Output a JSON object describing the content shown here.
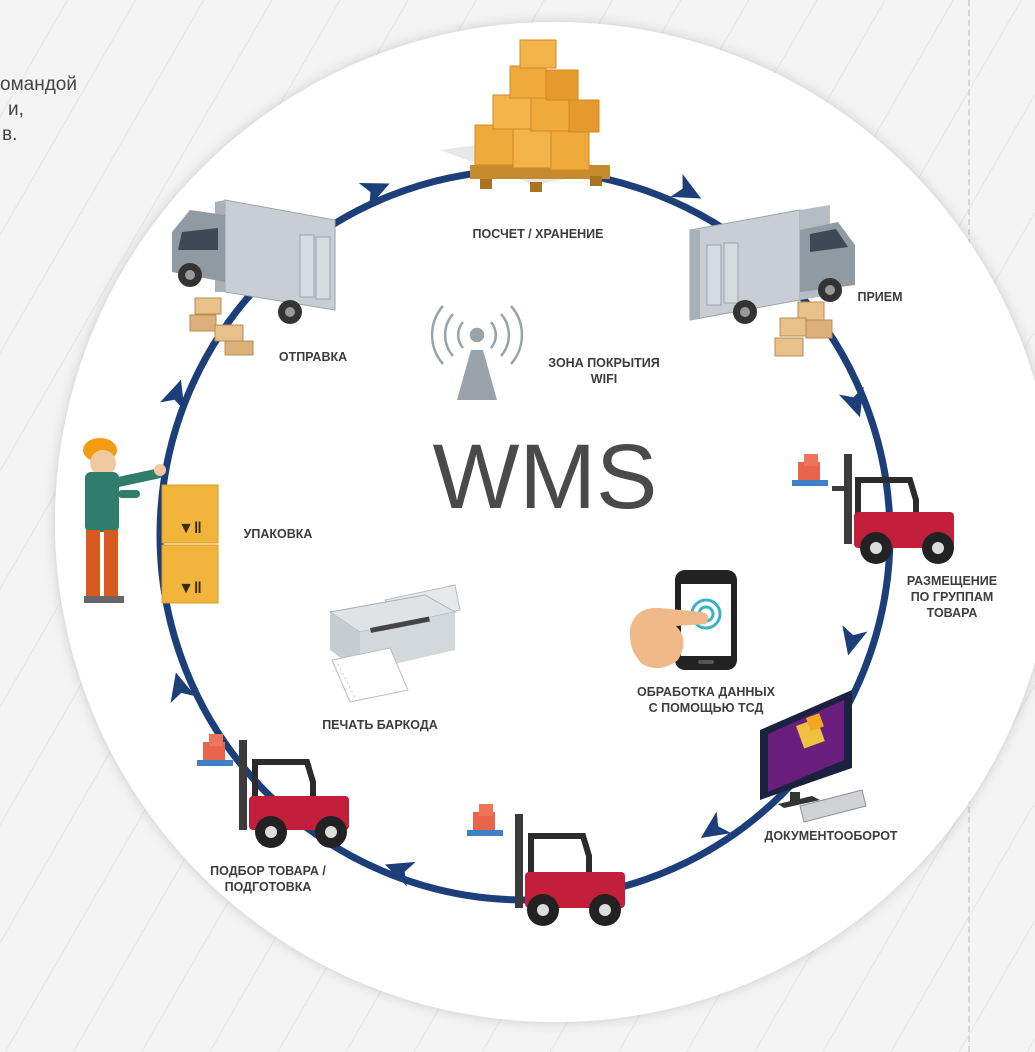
{
  "intro_text_lines": [
    "омандой",
    "и,",
    "в."
  ],
  "logo": "WMS",
  "stages": {
    "storage": "ПОСЧЕТ / ХРАНЕНИЕ",
    "receiving": "ПРИЕМ",
    "shipping": "ОТПРАВКА",
    "wifi": [
      "ЗОНА ПОКРЫТИЯ",
      "WIFI"
    ],
    "placement": [
      "РАЗМЕЩЕНИЕ",
      "ПО ГРУППАМ",
      "ТОВАРА"
    ],
    "packing": "УПАКОВКА",
    "tsd_processing": [
      "ОБРАБОТКА ДАННЫХ",
      "С ПОМОЩЬЮ ТСД"
    ],
    "barcode_print": "ПЕЧАТЬ БАРКОДА",
    "document_flow": "ДОКУМЕНТООБОРОТ",
    "picking": [
      "ПОДБОР ТОВАРА /",
      "ПОДГОТОВКА"
    ]
  },
  "colors": {
    "cycle": "#1c3f7a",
    "forklift": "#c41f3a",
    "box": "#f0a93b",
    "truck_box": "#c8ced4",
    "truck_cab": "#8f9aa3"
  }
}
